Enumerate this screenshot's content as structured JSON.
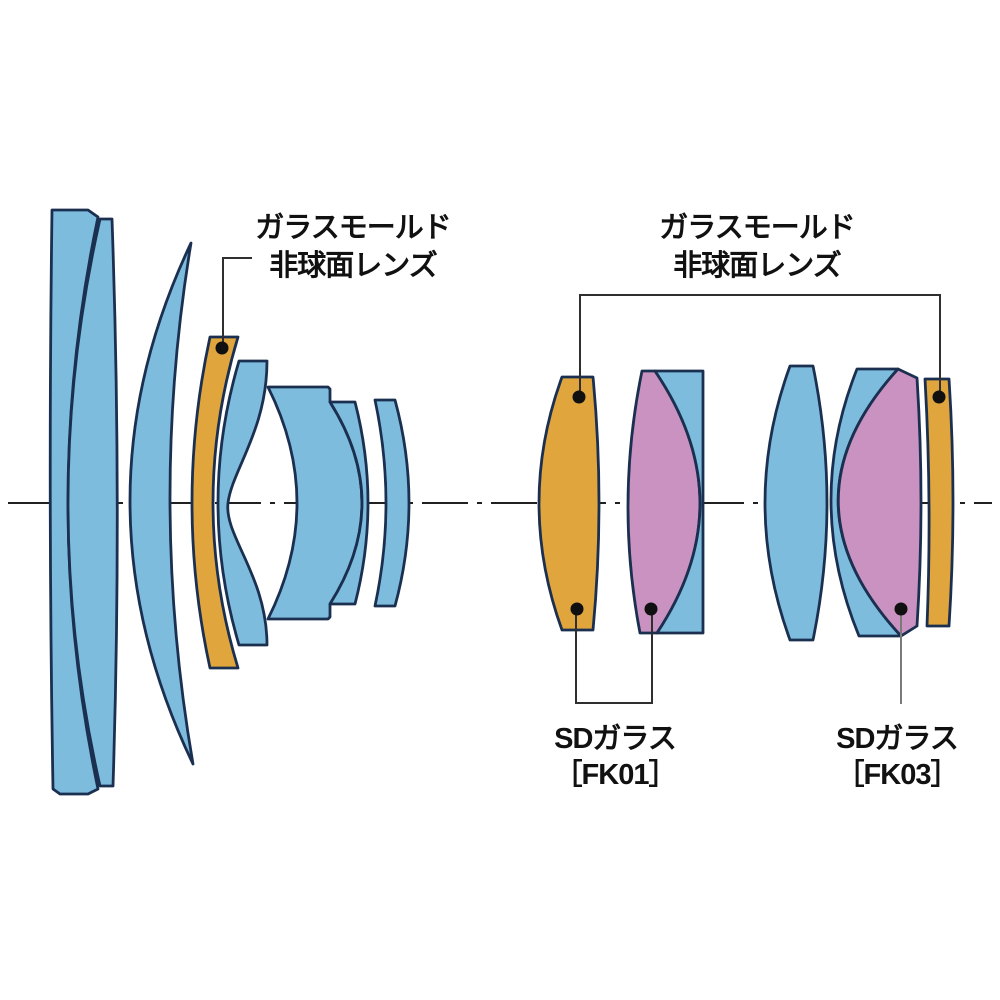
{
  "diagram": {
    "kind": "lens-construction-cross-section",
    "front_group_elements": 8,
    "rear_group_elements": 7
  },
  "labels": {
    "aspherical_left": {
      "line1": "ガラスモールド",
      "line2": "非球面レンズ"
    },
    "aspherical_right": {
      "line1": "ガラスモールド",
      "line2": "非球面レンズ"
    },
    "sd_fk01": {
      "line1": "SDガラス",
      "line2": "［FK01］"
    },
    "sd_fk03": {
      "line1": "SDガラス",
      "line2": "［FK03］"
    }
  },
  "colors": {
    "blue": "#7EBCDE",
    "gold": "#E0A63D",
    "pink": "#C992C0",
    "outline": "#1B3050",
    "leader": "#2F2F2F",
    "leader-light": "#7A7A7A",
    "axis": "#000000",
    "text": "#111111",
    "bg": "#FFFFFF"
  }
}
